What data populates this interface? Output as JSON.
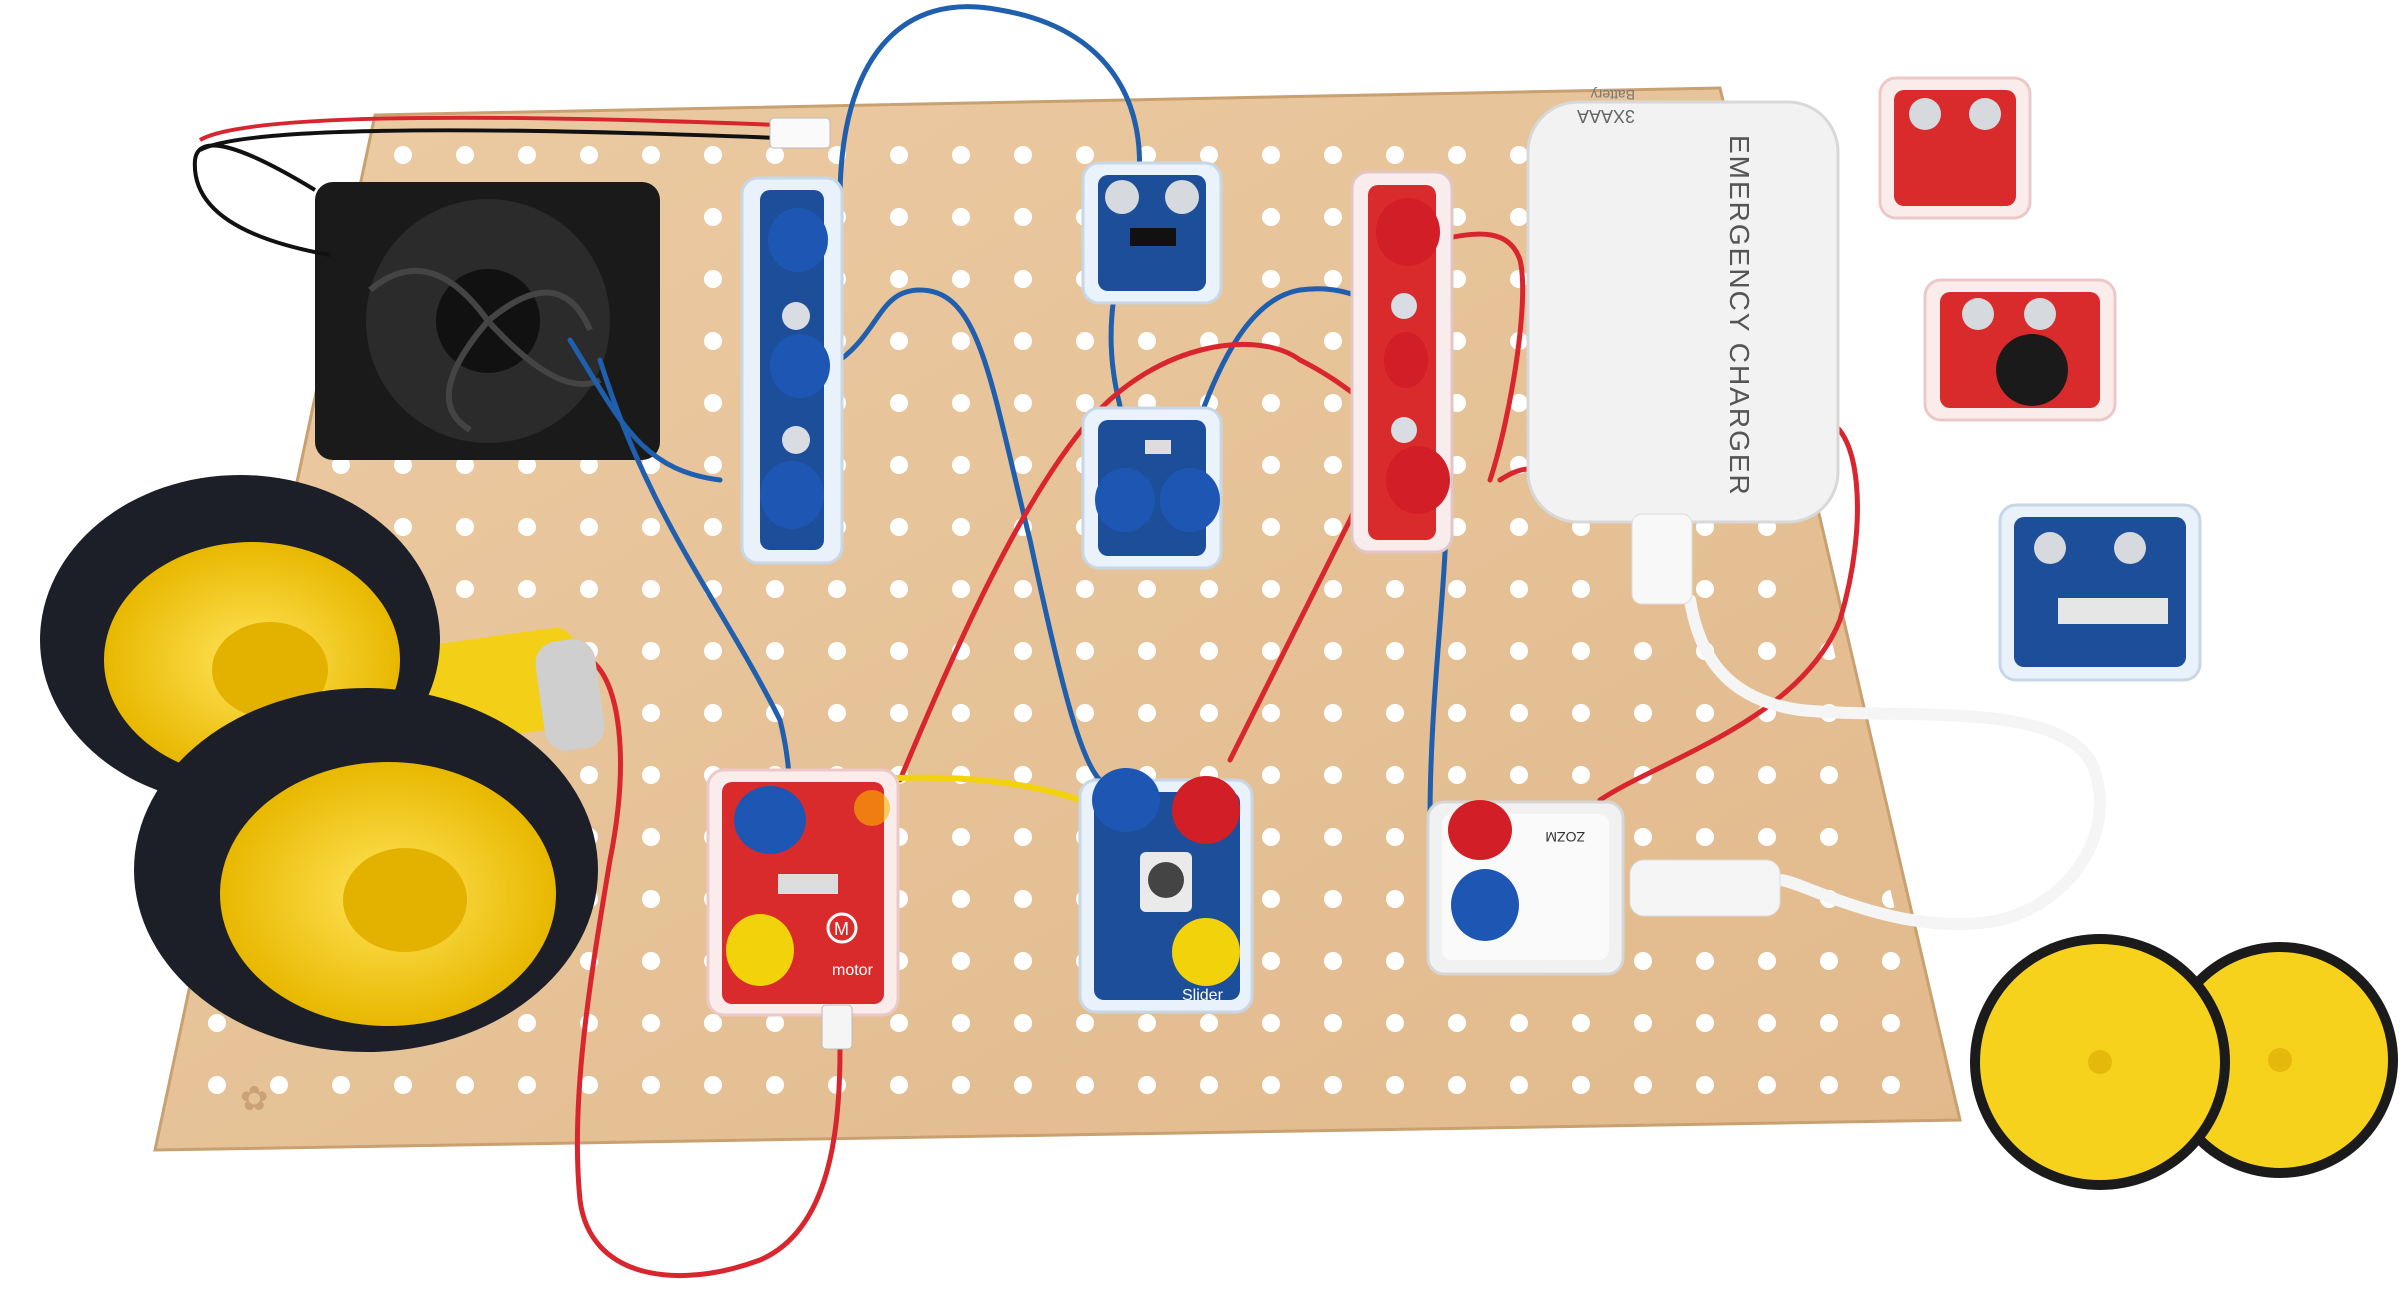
{
  "power_bank": {
    "label": "EMERGENCY CHARGER",
    "battery_label": "3XAAA",
    "battery_sub": "Battery"
  },
  "modules": {
    "motor_label": "motor",
    "motor_symbol": "M",
    "slider_label": "Slider",
    "battery_module_label": "ZOZM"
  },
  "colors": {
    "board": "#e8c49a",
    "blue_wire": "#1f5fae",
    "red_wire": "#d9262e",
    "yellow_wire": "#f2d20a",
    "blue_module": "#1d4e9a",
    "red_module": "#d92b2b",
    "wheel_hub": "#f6d21d",
    "tire": "#1c1f27"
  }
}
